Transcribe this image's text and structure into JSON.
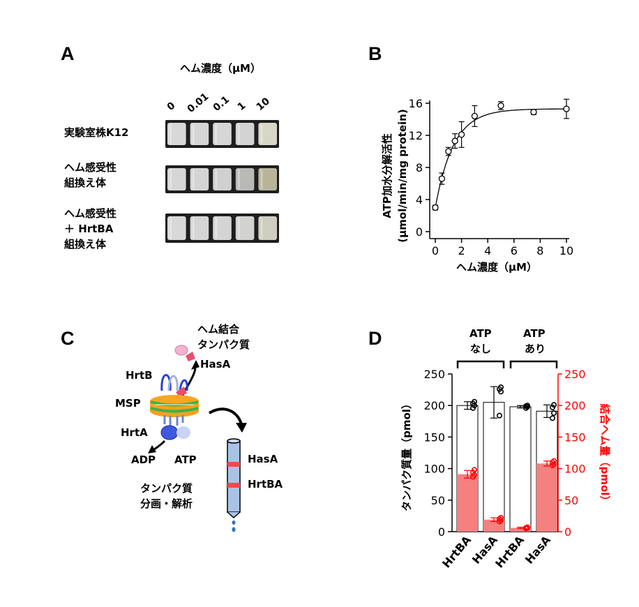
{
  "panels": {
    "a": "A",
    "b": "B",
    "c": "C",
    "d": "D"
  },
  "panel_a": {
    "header": "ヘム濃度（μM）",
    "concentrations": [
      "0",
      "0.01",
      "0.1",
      "1",
      "10"
    ],
    "rows": [
      {
        "label_lines": [
          "実験室株K12"
        ],
        "tube_colors": [
          "#d8d8d8",
          "#d6d6d6",
          "#d6d6d6",
          "#d3d3d3",
          "#d8d6c6"
        ]
      },
      {
        "label_lines": [
          "ヘム感受性",
          "組換え体"
        ],
        "tube_colors": [
          "#d6d6d6",
          "#d4d4d4",
          "#cfd0cf",
          "#b9b9b6",
          "#b9b39a"
        ]
      },
      {
        "label_lines": [
          "ヘム感受性",
          "＋ HrtBA",
          "組換え体"
        ],
        "tube_colors": [
          "#d8d8d8",
          "#d5d5d5",
          "#d4d4d4",
          "#d2d2d0",
          "#cfcdbf"
        ]
      }
    ]
  },
  "panel_c": {
    "heme_protein_label": [
      "ヘム結合",
      "タンパク質"
    ],
    "hasA": "HasA",
    "hrtB": "HrtB",
    "msp": "MSP",
    "hrtA": "HrtA",
    "adp": "ADP",
    "atp": "ATP",
    "band_hasA": "HasA",
    "band_hrtBA": "HrtBA",
    "fraction_label": [
      "タンパク質",
      "分画・解析"
    ],
    "colors": {
      "heme": "#e8506e",
      "band": "#f04a4a",
      "column": "#a9c3e6",
      "lipid": "#f6a623",
      "helix": "#38b44a"
    }
  },
  "chart_data": [
    {
      "type": "scatter",
      "panel": "B",
      "x": [
        0,
        0.5,
        1,
        1.5,
        2,
        3,
        5,
        7.5,
        10
      ],
      "y": [
        3.0,
        6.6,
        10.0,
        11.3,
        12.1,
        14.4,
        15.7,
        14.9,
        15.3
      ],
      "yerr": [
        0.3,
        0.7,
        0.5,
        0.9,
        1.6,
        1.3,
        0.5,
        0.3,
        1.2
      ],
      "fit_curve": true,
      "fit_params": {
        "y0": 3.0,
        "ymax": 15.3,
        "k": 0.72
      },
      "xlabel": "ヘム濃度（μM）",
      "ylabel": "ATP加水分解活性",
      "ylabel2": "(μmol/min/mg protein)",
      "xticks": [
        "0",
        "2",
        "4",
        "6",
        "8",
        "10"
      ],
      "yticks": [
        "0",
        "4",
        "8",
        "12",
        "16"
      ],
      "xlim": [
        0,
        10
      ],
      "ylim": [
        0,
        16
      ],
      "grid": false
    },
    {
      "type": "bar",
      "panel": "D",
      "categories": [
        "HrtBA",
        "HasA",
        "HrtBA",
        "HasA"
      ],
      "group_labels": [
        [
          "ATP",
          "なし"
        ],
        [
          "ATP",
          "あり"
        ]
      ],
      "series": [
        {
          "axis": "left",
          "values": [
            200,
            205,
            198,
            191
          ],
          "errors": [
            6,
            25,
            2,
            10
          ],
          "color": "#000000",
          "points": [
            [
              196,
              200,
              203,
              206
            ],
            [
              184,
              222,
              226,
              229
            ],
            [
              196,
              198,
              199,
              200
            ],
            [
              180,
              188,
              197,
              201
            ]
          ]
        },
        {
          "axis": "right",
          "values": [
            91,
            19,
            6,
            108
          ],
          "errors": [
            6,
            3,
            1,
            4
          ],
          "color": "#f04a4a",
          "points": [
            [
              87,
              90,
              94,
              98
            ],
            [
              16,
              18,
              20,
              22
            ],
            [
              5,
              6,
              6,
              7
            ],
            [
              105,
              107,
              110,
              112
            ]
          ]
        }
      ],
      "ylabel_left": "タンパク質量（pmol）",
      "ylabel_right": "結合ヘム量（pmol）",
      "yticks": [
        "0",
        "50",
        "100",
        "150",
        "200",
        "250"
      ],
      "ylim": [
        0,
        250
      ],
      "colors": {
        "left": "#000000",
        "right": "#ff0000",
        "bar_fill": "#f48080"
      }
    }
  ]
}
